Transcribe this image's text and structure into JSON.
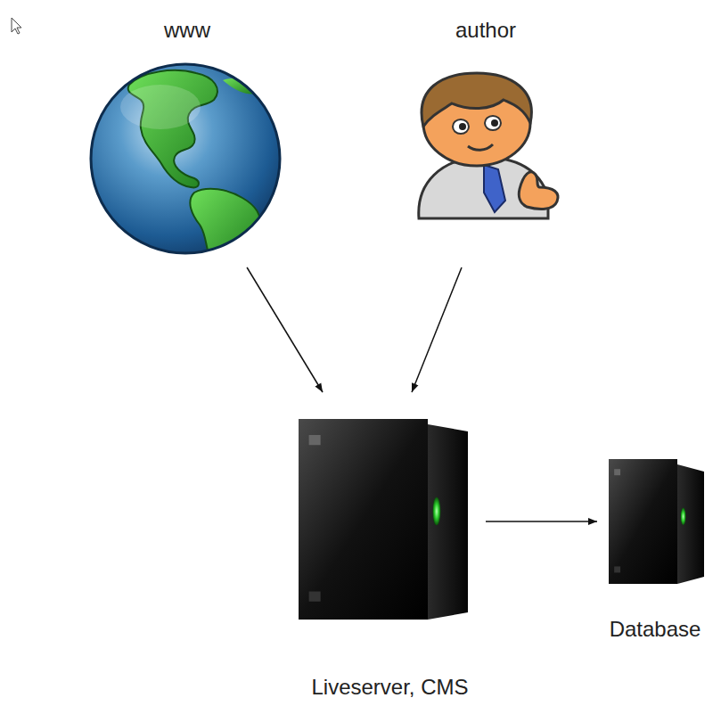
{
  "diagram": {
    "nodes": [
      {
        "text": [
          "www"
        ]
      },
      {
        "text": [
          "author"
        ]
      },
      {
        "text": [
          "Liveserver, CMS"
        ]
      },
      {
        "text": [
          "Database"
        ]
      }
    ],
    "edges": [
      {
        "from": 0,
        "to": 2,
        "arrow": "to"
      },
      {
        "from": 1,
        "to": 2,
        "arrow": "to"
      },
      {
        "from": 2,
        "to": 3,
        "arrow": "to"
      }
    ]
  }
}
